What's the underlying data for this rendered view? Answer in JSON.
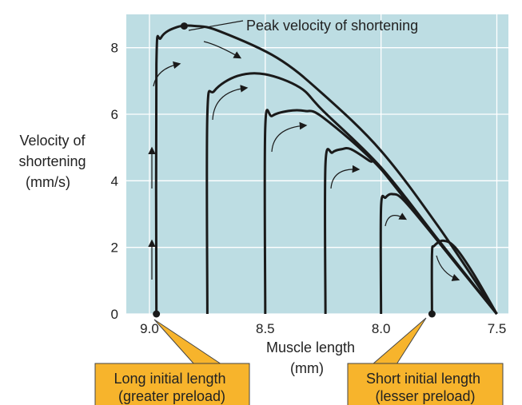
{
  "chart_data": {
    "type": "line",
    "title": "",
    "xlabel": "Muscle length\n(mm)",
    "ylabel": "Velocity of\nshortening\n(mm/s)",
    "xlim": [
      9.1,
      7.45
    ],
    "ylim": [
      0,
      9
    ],
    "x_axis_reversed": true,
    "xticks": [
      9.0,
      8.5,
      8.0,
      7.5
    ],
    "xtick_labels": [
      "9.0",
      "8.5",
      "8.0",
      "7.5"
    ],
    "yticks": [
      0,
      2,
      4,
      6,
      8
    ],
    "ytick_labels": [
      "0",
      "2",
      "4",
      "6",
      "8"
    ],
    "grid": true,
    "plot_background": "#bddde3",
    "grid_color": "#ffffff",
    "curve_color": "#1a1a1a",
    "series": [
      {
        "points": [
          [
            8.97,
            0
          ],
          [
            8.97,
            7.5
          ],
          [
            8.95,
            8.3
          ],
          [
            8.88,
            8.62
          ],
          [
            8.8,
            8.65
          ],
          [
            8.7,
            8.5
          ],
          [
            8.45,
            7.7
          ],
          [
            8.25,
            6.6
          ],
          [
            8.0,
            4.9
          ],
          [
            7.75,
            2.6
          ],
          [
            7.5,
            0
          ]
        ]
      },
      {
        "points": [
          [
            8.75,
            0
          ],
          [
            8.75,
            6.0
          ],
          [
            8.72,
            6.7
          ],
          [
            8.62,
            7.15
          ],
          [
            8.5,
            7.2
          ],
          [
            8.35,
            6.8
          ],
          [
            8.25,
            6.1
          ],
          [
            8.0,
            4.4
          ],
          [
            7.75,
            2.2
          ],
          [
            7.5,
            0
          ]
        ]
      },
      {
        "points": [
          [
            8.5,
            0
          ],
          [
            8.5,
            5.6
          ],
          [
            8.47,
            5.95
          ],
          [
            8.4,
            6.1
          ],
          [
            8.33,
            6.1
          ],
          [
            8.25,
            5.9
          ],
          [
            8.0,
            4.35
          ],
          [
            7.75,
            2.15
          ],
          [
            7.5,
            0
          ]
        ]
      },
      {
        "points": [
          [
            8.24,
            0
          ],
          [
            8.24,
            4.5
          ],
          [
            8.21,
            4.85
          ],
          [
            8.17,
            4.95
          ],
          [
            8.13,
            4.95
          ],
          [
            8.05,
            4.6
          ],
          [
            8.0,
            4.35
          ],
          [
            7.75,
            2.15
          ],
          [
            7.5,
            0
          ]
        ]
      },
      {
        "points": [
          [
            8.0,
            0
          ],
          [
            8.0,
            3.2
          ],
          [
            7.98,
            3.5
          ],
          [
            7.95,
            3.6
          ],
          [
            7.9,
            3.4
          ],
          [
            7.75,
            2.15
          ],
          [
            7.5,
            0
          ]
        ]
      },
      {
        "points": [
          [
            7.78,
            0
          ],
          [
            7.78,
            1.8
          ],
          [
            7.77,
            2.05
          ],
          [
            7.73,
            2.2
          ],
          [
            7.68,
            2.0
          ],
          [
            7.6,
            1.2
          ],
          [
            7.5,
            0
          ]
        ]
      }
    ],
    "annotations": {
      "peak_label": "Peak velocity of shortening",
      "peak_point": [
        8.85,
        8.65
      ],
      "long_initial": "Long initial length\n(greater preload)",
      "short_initial": "Short initial length\n(lesser preload)",
      "long_marker": [
        8.97,
        0
      ],
      "short_marker": [
        7.78,
        0
      ]
    }
  }
}
